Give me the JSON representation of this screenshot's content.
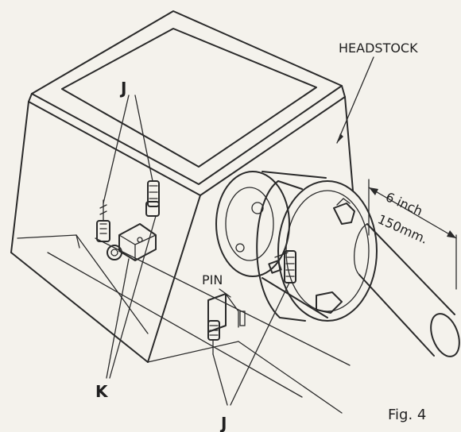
{
  "labels": {
    "headstock": "HEADSTOCK",
    "j_top": "J",
    "j_bottom": "J",
    "k": "K",
    "pin": "PIN",
    "dim_inch": "6 inch",
    "dim_mm": "150mm.",
    "fig": "Fig. 4"
  }
}
